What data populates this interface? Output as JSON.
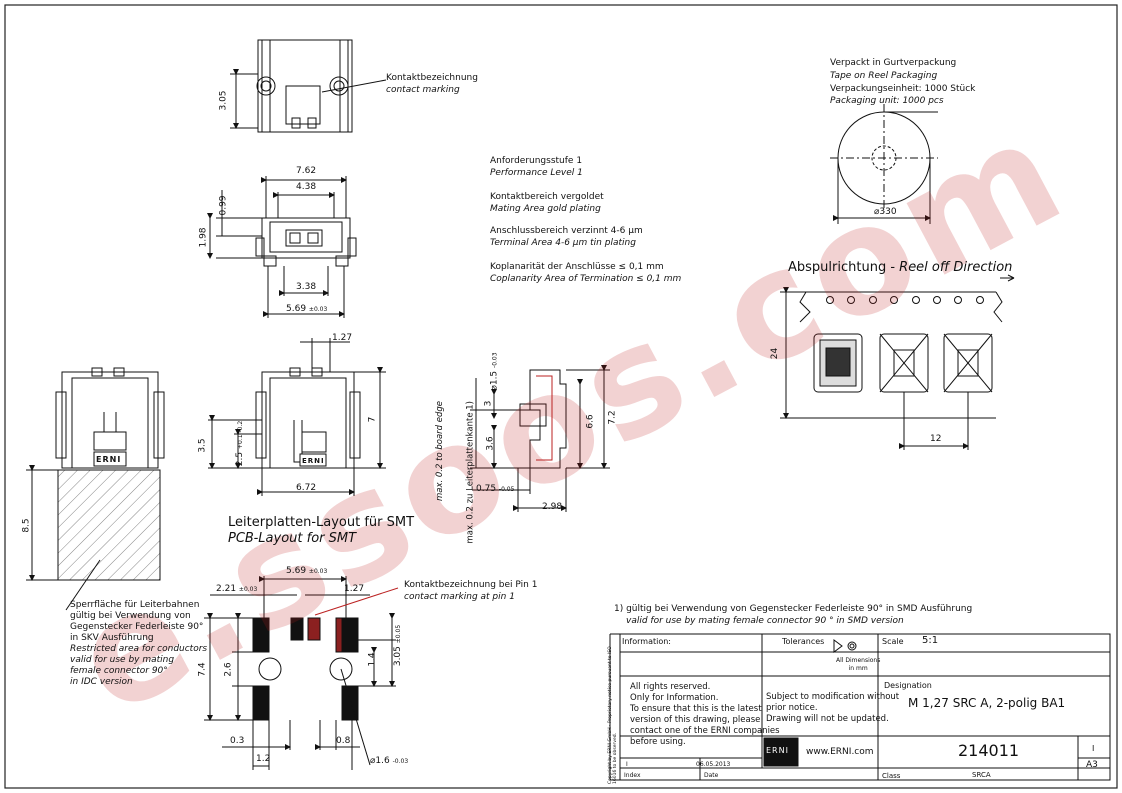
{
  "watermark": "e.ssoos.com",
  "dims": {
    "d305": "3.05",
    "d762": "7.62",
    "d438": "4.38",
    "d099": "0.99",
    "d198": "1.98",
    "d338": "3.38",
    "d569": "5.69",
    "d569_tol": "±0.03",
    "d127": "1.27",
    "d35": "3.5",
    "d25": "2.5",
    "d25_tol": "+0.1 -0.2",
    "d7": "7",
    "d672": "6.72",
    "d85": "8.5",
    "d15": "1.5",
    "d15_tol": "-0.03",
    "d3": "3",
    "d36": "3.6",
    "d66": "6.6",
    "d72": "7.2",
    "d075": "0.75",
    "d075_tol": "-0.05",
    "d298": "2.98",
    "d24": "24",
    "d12": "12",
    "pcb_569": "5.69",
    "pcb_569_tol": "±0.03",
    "pcb_221": "2.21",
    "pcb_221_tol": "±0.03",
    "pcb_127": "1.27",
    "pcb_74": "7.4",
    "pcb_26": "2.6",
    "pcb_14": "1.4",
    "pcb_305": "3.05",
    "pcb_305_tol": "±0.05",
    "pcb_03": "0.3",
    "pcb_12": "1.2",
    "pcb_08": "0.8",
    "pcb_16": "1.6",
    "pcb_16_tol": "-0.03",
    "reel_330": "330"
  },
  "notes": {
    "contact_de": "Kontaktbezeichnung",
    "contact_en": "contact marking",
    "perf_de": "Anforderungsstufe 1",
    "perf_en": "Performance Level 1",
    "mating_de": "Kontaktbereich vergoldet",
    "mating_en": "Mating Area gold plating",
    "terminal_de": "Anschlussbereich verzinnt 4-6 µm",
    "terminal_en": "Terminal Area 4-6 µm tin plating",
    "coplan_de": "Koplanarität der Anschlüsse ≤ 0,1 mm",
    "coplan_en": "Coplanarity Area of Termination ≤ 0,1 mm",
    "pack_de": "Verpackt in Gurtverpackung",
    "pack_en": "Tape on Reel Packaging",
    "unit_de": "Verpackungseinheit:  1000 Stück",
    "unit_en": "Packaging unit:  1000 pcs",
    "reel_off": "Abspulrichtung - ",
    "reel_off_en": "Reel off Direction",
    "board_edge_de": "max. 0.2 zu Leiterplattenkante 1)",
    "board_edge_en": "max. 0.2 to board edge",
    "pcb_title_de": "Leiterplatten-Layout für SMT",
    "pcb_title_en": "PCB-Layout for SMT",
    "pin1_de": "Kontaktbezeichnung bei Pin 1",
    "pin1_en": "contact marking at pin 1",
    "restricted": [
      "Sperrfläche für Leiterbahnen",
      "gültig bei Verwendung von",
      "Gegenstecker Federleiste 90°",
      "in SKV Ausführung"
    ],
    "restricted_en": [
      "Restricted area for conductors",
      "valid for use by mating",
      "female connector 90°",
      "in IDC version"
    ],
    "footnote_de": "1) gültig bei Verwendung von Gegenstecker Federleiste 90° in SMD Ausführung",
    "footnote_en": "valid for use by mating female connector 90 ° in SMD version",
    "logo_text": "ERNI"
  },
  "titleblock": {
    "information": "Information:",
    "tolerances": "Tolerances",
    "all_dims_1": "All Dimensions",
    "all_dims_2": "in mm",
    "scale_label": "Scale",
    "scale_value": "5:1",
    "rights": [
      "All rights reserved.",
      "Only for Information.",
      "To ensure that this is the latest",
      "version of this drawing, please",
      "contact one of the ERNI companies",
      "before using."
    ],
    "subject": [
      "Subject to modification without",
      "prior notice.",
      "Drawing will not be updated."
    ],
    "designation_label": "Designation",
    "designation": "M 1,27 SRC A, 2-polig BA1",
    "logo": "ERNI",
    "website": "www.ERNI.com",
    "number": "214011",
    "rev_label": "I",
    "sheet": "A3",
    "index_val": "I",
    "date_val": "06.05.2013",
    "index_label": "Index",
    "date_label": "Date",
    "class_label": "Class",
    "class_value": "SRCA",
    "copyright": "Copyright by ERNI GmbH · Proprietary notice pursuant to ISO 16016 to be observed."
  }
}
